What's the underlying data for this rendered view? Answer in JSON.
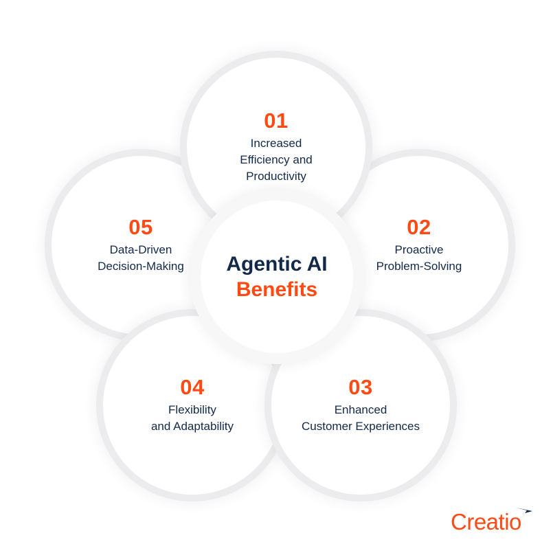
{
  "diagram": {
    "center": {
      "title": "Agentic AI",
      "subtitle": "Benefits"
    },
    "items": [
      {
        "number": "01",
        "label_lines": [
          "Increased",
          "Efficiency and",
          "Productivity"
        ]
      },
      {
        "number": "02",
        "label_lines": [
          "Proactive",
          "Problem-Solving"
        ]
      },
      {
        "number": "03",
        "label_lines": [
          "Enhanced",
          "Customer Experiences"
        ]
      },
      {
        "number": "04",
        "label_lines": [
          "Flexibility",
          "and Adaptability"
        ]
      },
      {
        "number": "05",
        "label_lines": [
          "Data-Driven",
          "Decision-Making"
        ]
      }
    ]
  },
  "brand": {
    "logo_text": "Creatio",
    "logo_icon": "arrow-swoosh-icon"
  },
  "colors": {
    "accent": "#ff4a14",
    "text": "#12294a",
    "ring": "#ececee",
    "background": "#ffffff"
  }
}
